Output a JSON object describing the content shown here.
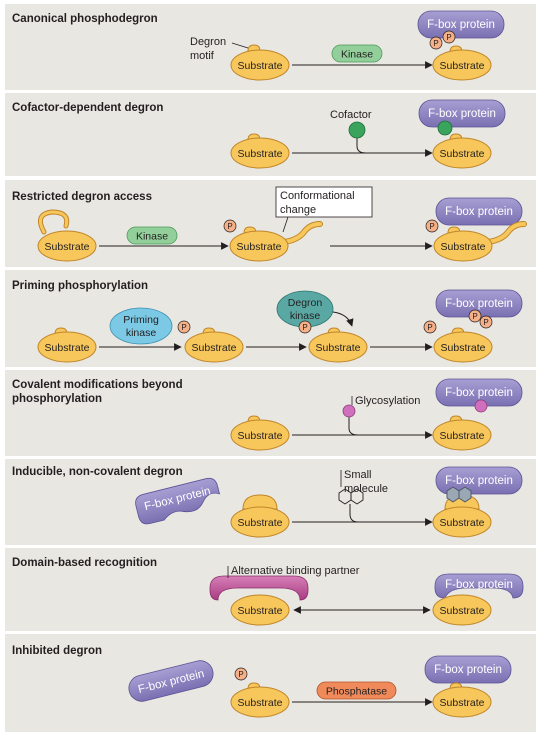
{
  "panels": [
    {
      "title": "Canonical phosphodegron"
    },
    {
      "title": "Cofactor-dependent degron"
    },
    {
      "title": "Restricted degron access"
    },
    {
      "title": "Priming phosphorylation"
    },
    {
      "title_line1": "Covalent modifications beyond",
      "title_line2": "phosphorylation"
    },
    {
      "title": "Inducible, non-covalent degron"
    },
    {
      "title": "Domain-based recognition"
    },
    {
      "title": "Inhibited degron"
    }
  ],
  "labels": {
    "substrate": "Substrate",
    "fbox_protein": "F-box protein",
    "kinase": "Kinase",
    "degron_motif_line1": "Degron",
    "degron_motif_line2": "motif",
    "cofactor": "Cofactor",
    "conformational_line1": "Conformational",
    "conformational_line2": "change",
    "priming_kinase_line1": "Priming",
    "priming_kinase_line2": "kinase",
    "degron_kinase_line1": "Degron",
    "degron_kinase_line2": "kinase",
    "glycosylation": "Glycosylation",
    "small_molecule_line1": "Small",
    "small_molecule_line2": "molecule",
    "alt_binding_partner": "Alternative binding partner",
    "phosphatase": "Phosphatase",
    "phospho": "P"
  },
  "colors": {
    "panel_bg": "#e9e7e2",
    "substrate_fill": "#f7c75b",
    "substrate_stroke": "#c0862a",
    "fbox_fill": "#8c83bf",
    "fbox_stroke": "#5c5394",
    "kinase_fill": "#93cf9a",
    "priming_fill": "#7cc9e6",
    "degron_kinase_fill": "#5aa8a4",
    "cofactor_fill": "#3aa35c",
    "glyco_fill": "#d06fbd",
    "phospho_fill": "#f6b087",
    "alt_partner_fill": "#c0539a",
    "phosphatase_fill": "#f08a5a"
  }
}
